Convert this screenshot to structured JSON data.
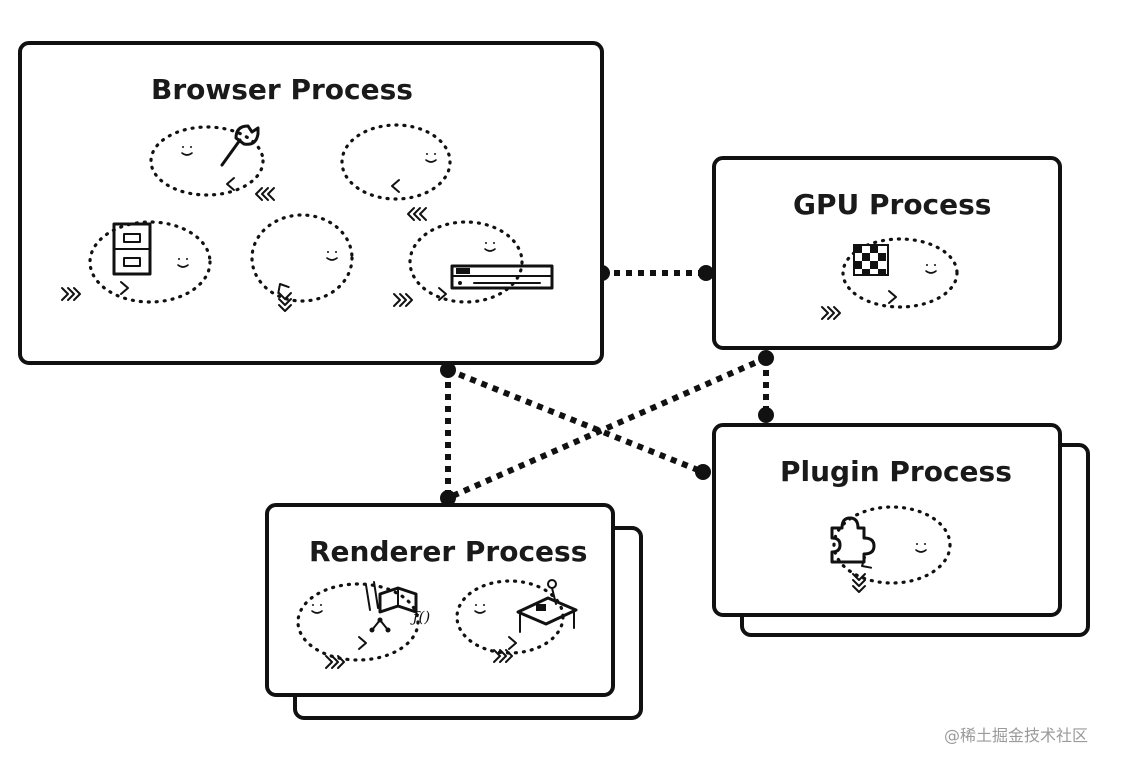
{
  "diagram": {
    "browser_process": {
      "title": "Browser Process"
    },
    "gpu_process": {
      "title": "GPU Process"
    },
    "renderer_process": {
      "title": "Renderer Process"
    },
    "plugin_process": {
      "title": "Plugin Process"
    },
    "watermark": "@稀土掘金技术社区"
  },
  "icons": {
    "browser": [
      "wrench-icon",
      "file-cabinet-icon",
      "toolbar-icon"
    ],
    "gpu": [
      "pixel-grid-icon"
    ],
    "renderer": [
      "script-tools-icon",
      "desk-icon"
    ],
    "plugin": [
      "puzzle-piece-icon"
    ]
  },
  "colors": {
    "ink": "#111111",
    "background": "#ffffff",
    "watermark": "#9a9a9a"
  }
}
